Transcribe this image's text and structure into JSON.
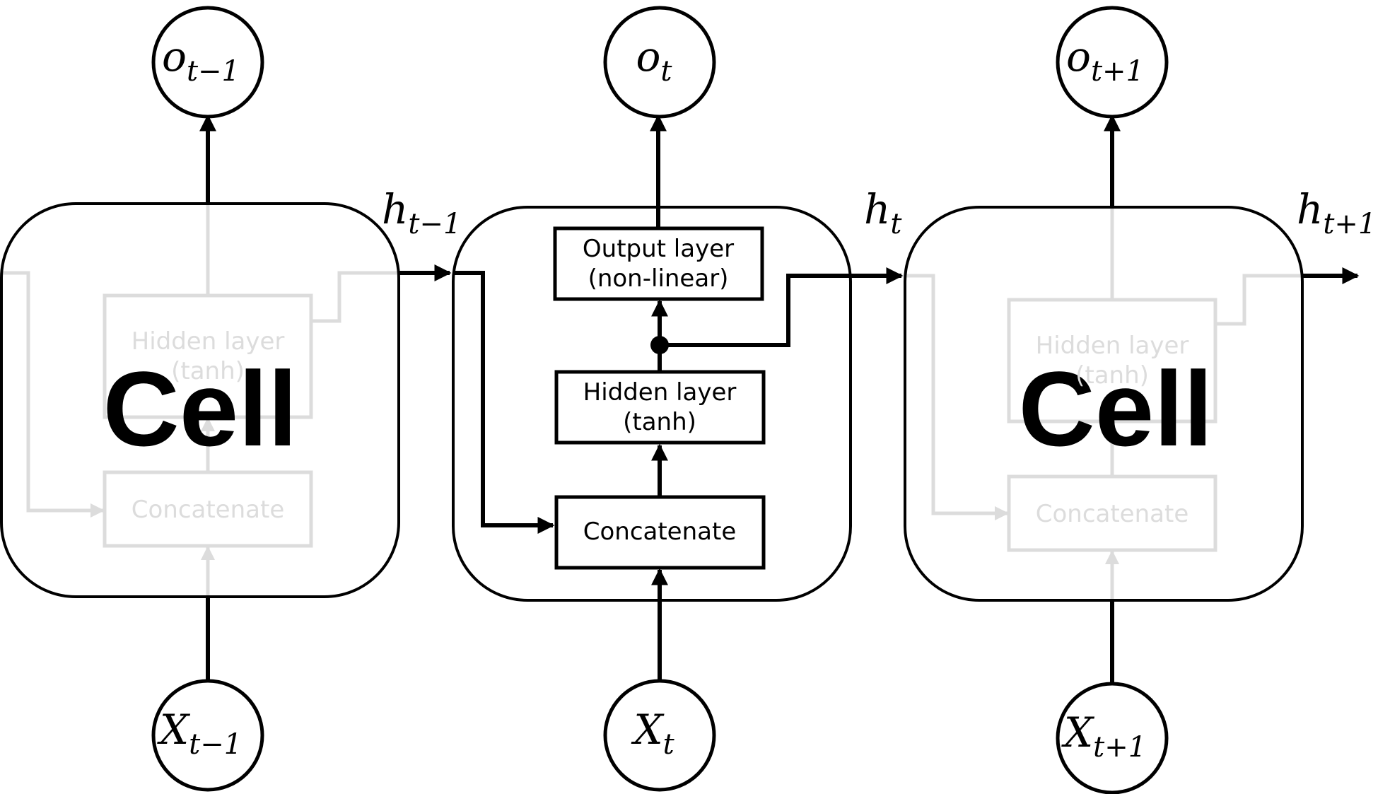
{
  "colors": {
    "stroke": "#000000",
    "faded": "#dcdcdc",
    "background": "#ffffff"
  },
  "cells": {
    "prev": {
      "big_label": "Cell",
      "hidden_line1": "Hidden layer",
      "hidden_line2": "(tanh)",
      "concat": "Concatenate"
    },
    "current": {
      "output_line1": "Output layer",
      "output_line2": "(non-linear)",
      "hidden_line1": "Hidden layer",
      "hidden_line2": "(tanh)",
      "concat": "Concatenate"
    },
    "next": {
      "big_label": "Cell",
      "hidden_line1": "Hidden layer",
      "hidden_line2": "(tanh)",
      "concat": "Concatenate"
    }
  },
  "outputs": {
    "prev": {
      "base": "o",
      "sub": "t−1"
    },
    "current": {
      "base": "o",
      "sub": "t"
    },
    "next": {
      "base": "o",
      "sub": "t+1"
    }
  },
  "inputs": {
    "prev": {
      "base": "X",
      "sub": "t−1"
    },
    "current": {
      "base": "X",
      "sub": "t"
    },
    "next": {
      "base": "X",
      "sub": "t+1"
    }
  },
  "hidden_states": {
    "prev": {
      "base": "h",
      "sub": "t−1"
    },
    "current": {
      "base": "h",
      "sub": "t"
    },
    "next": {
      "base": "h",
      "sub": "t+1"
    }
  }
}
